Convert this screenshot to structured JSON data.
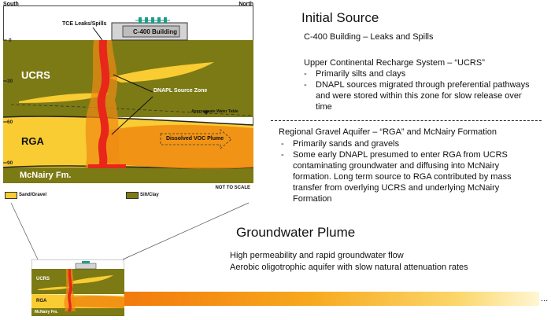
{
  "section": {
    "south": "South",
    "north": "North",
    "building": "C-400 Building",
    "leaks": "TCE Leaks/Spills",
    "depths": [
      "0",
      "30",
      "60",
      "90"
    ],
    "ucrs": "UCRS",
    "rga": "RGA",
    "mcnairy": "McNairy Fm.",
    "source_zone": "DNAPL Source Zone",
    "water_table": "Approximate Water Table",
    "plume": "Dissolved VOC Plume",
    "not_to_scale": "NOT TO SCALE",
    "legend_sand": "Sand/Gravel",
    "legend_silt": "Silt/Clay"
  },
  "initial": {
    "heading": "Initial Source",
    "subtitle": "C-400 Building – Leaks and Spills",
    "ucrs_title": "Upper Continental Recharge System – “UCRS”",
    "ucrs_bullets": [
      "Primarily silts and clays",
      "DNAPL sources migrated through preferential pathways and were stored within this zone for slow release over time"
    ],
    "rga_title": "Regional Gravel Aquifer – “RGA” and McNairy Formation",
    "rga_bullets": [
      "Primarily sands and gravels",
      "Some early DNAPL presumed to enter RGA from UCRS contaminating groundwater and diffusing into McNairy formation.  Long term source to RGA contributed by mass transfer from overlying UCRS and underlying McNairy Formation"
    ]
  },
  "plume": {
    "heading": "Groundwater Plume",
    "line1": "High permeability and rapid groundwater flow",
    "line2": "Aerobic oligotrophic aquifer with slow natural attenuation rates",
    "ellipsis": "..."
  },
  "mini": {
    "ucrs": "UCRS",
    "rga": "RGA",
    "mcnairy": "McNairy Fm."
  },
  "colors": {
    "silt": "#7c7a14",
    "sand": "#f9cc33",
    "plume": "#f08a12",
    "dnapl": "#e8261a"
  }
}
